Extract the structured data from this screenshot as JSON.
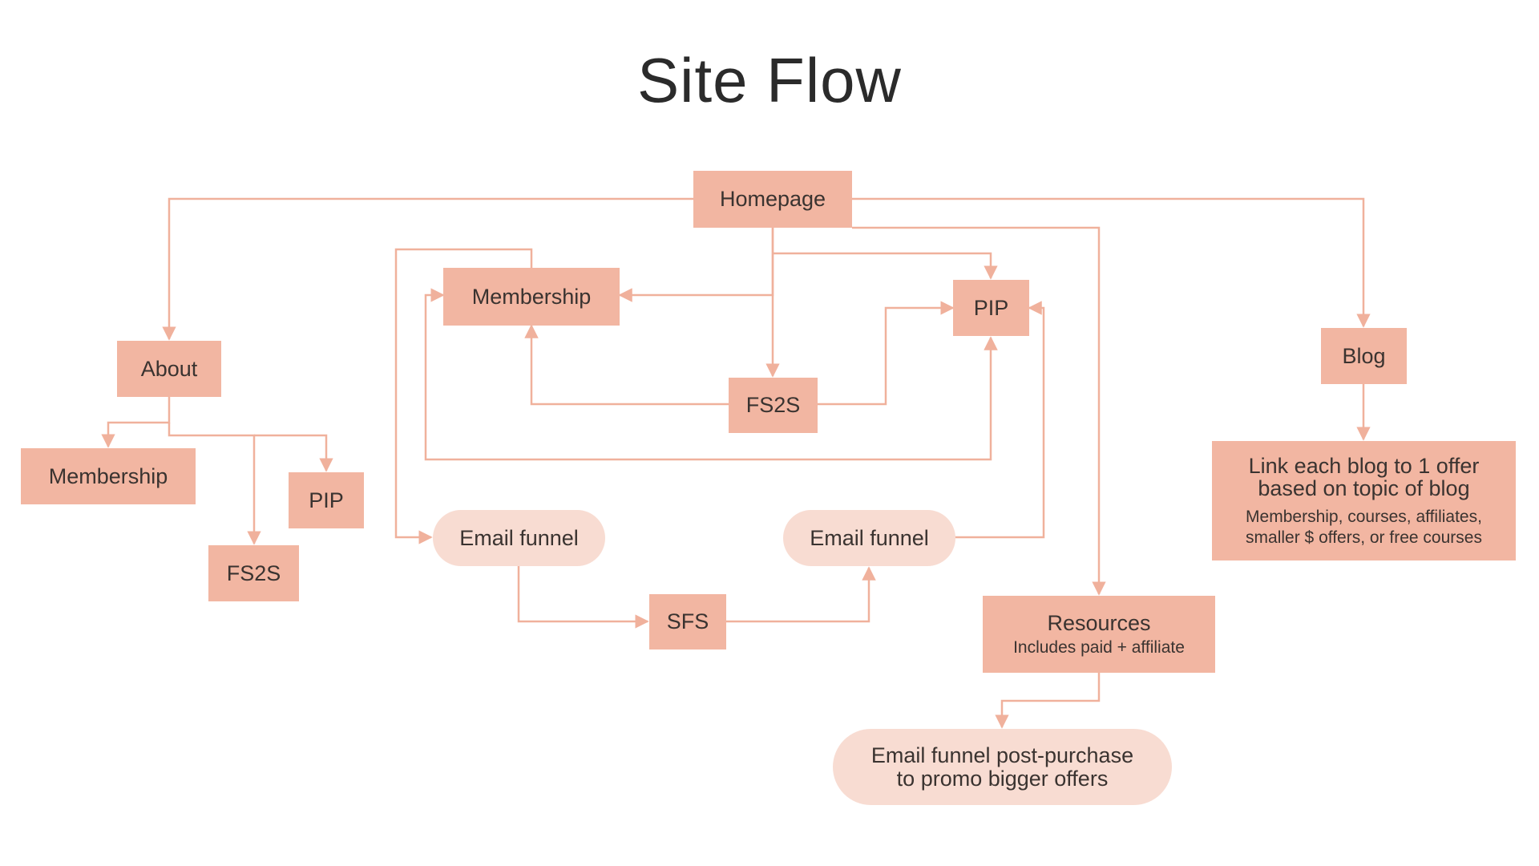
{
  "title": "Site Flow",
  "colors": {
    "box_fill": "#f2b6a2",
    "pill_fill": "#f8dcd2",
    "connector": "#f0b19c",
    "text": "#3a3330"
  },
  "nodes": {
    "homepage": "Homepage",
    "membership_main": "Membership",
    "pip_main": "PIP",
    "fs2s_main": "FS2S",
    "about": "About",
    "about_membership": "Membership",
    "about_pip": "PIP",
    "about_fs2s": "FS2S",
    "email_funnel_left": "Email funnel",
    "email_funnel_right": "Email funnel",
    "sfs": "SFS",
    "resources": "Resources",
    "resources_note": "Includes paid + affiliate",
    "email_funnel_post_line1": "Email funnel post-purchase",
    "email_funnel_post_line2": "to promo bigger offers",
    "blog": "Blog",
    "blog_offer_line1": "Link each blog to 1 offer",
    "blog_offer_line2": "based on topic of blog",
    "blog_offer_note_line1": "Membership, courses, affiliates,",
    "blog_offer_note_line2": "smaller $ offers, or free courses"
  }
}
